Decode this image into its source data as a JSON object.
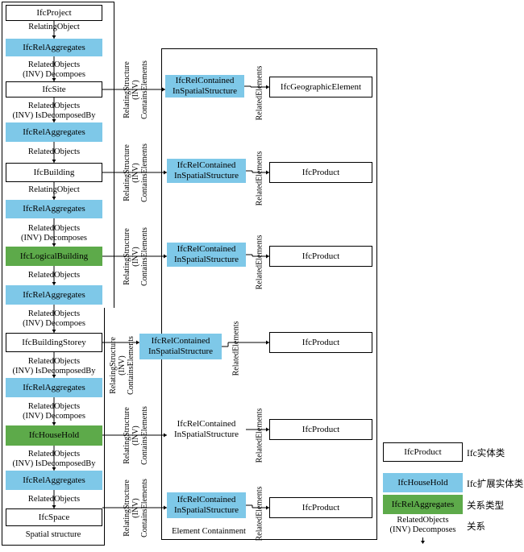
{
  "left_column": {
    "frame_title": "Spatial structure",
    "nodes": [
      {
        "label": "IfcProject",
        "kind": "entity"
      },
      {
        "label": "RelatingObject",
        "kind": "edge"
      },
      {
        "label": "IfcRelAggregates",
        "kind": "relation"
      },
      {
        "label": "RelatedObjects\n(INV) Decompoes",
        "kind": "edge"
      },
      {
        "label": "IfcSite",
        "kind": "entity"
      },
      {
        "label": "RelatedObjects\n(INV) IsDecomposedBy",
        "kind": "edge"
      },
      {
        "label": "IfcRelAggregates",
        "kind": "relation"
      },
      {
        "label": "RelatedObjects",
        "kind": "edge"
      },
      {
        "label": "IfcBuilding",
        "kind": "entity"
      },
      {
        "label": "RelatingObject",
        "kind": "edge"
      },
      {
        "label": "IfcRelAggregates",
        "kind": "relation"
      },
      {
        "label": "RelatedObjects\n(INV) Decomposes",
        "kind": "edge"
      },
      {
        "label": "IfcLogicalBuilding",
        "kind": "extended"
      },
      {
        "label": "RelatedObjects",
        "kind": "edge"
      },
      {
        "label": "IfcRelAggregates",
        "kind": "relation"
      },
      {
        "label": "RelatedObjects\n(INV) Decompoes",
        "kind": "edge"
      },
      {
        "label": "IfcBuildingStorey",
        "kind": "entity"
      },
      {
        "label": "RelatedObjects\n(INV) IsDecomposedBy",
        "kind": "edge"
      },
      {
        "label": "IfcRelAggregates",
        "kind": "relation"
      },
      {
        "label": "RelatedObjects\n(INV) Decompoes",
        "kind": "edge"
      },
      {
        "label": "IfcHouseHold",
        "kind": "extended"
      },
      {
        "label": "RelatedObjects\n(INV) IsDecomposedBy",
        "kind": "edge"
      },
      {
        "label": "IfcRelAggregates",
        "kind": "relation"
      },
      {
        "label": "RelatedObjects",
        "kind": "edge"
      },
      {
        "label": "IfcSpace",
        "kind": "entity"
      }
    ]
  },
  "right_frame": {
    "title": "Element Containment"
  },
  "containment_rows": [
    {
      "relating": "RelatingStructure\n(INV)\nContainsElements",
      "relation": "IfcRelContained\nInSpatialStructure",
      "relation_style": "blue",
      "related_label": "RelatedElements",
      "target": "IfcGeographicElement"
    },
    {
      "relating": "RelatingStructure\n(INV)\nContainsElements",
      "relation": "IfcRelContained\nInSpatialStructure",
      "relation_style": "blue",
      "related_label": "RelatedElements",
      "target": "IfcProduct"
    },
    {
      "relating": "RelatingStructure\n(INV)\nContainsElements",
      "relation": "IfcRelContained\nInSpatialStructure",
      "relation_style": "blue",
      "related_label": "RelatedElements",
      "target": "IfcProduct"
    },
    {
      "relating": "RelatingStructure\n(INV)\nContainsElements",
      "relation": "IfcRelContained\nInSpatialStructure",
      "relation_style": "blue",
      "related_label": "RelatedElements",
      "target": "IfcProduct"
    },
    {
      "relating": "RelatingStructure\n(INV)\nContainsElements",
      "relation": "IfcRelContained\nInSpatialStructure",
      "relation_style": "none",
      "related_label": "RelatedElements",
      "target": "IfcProduct"
    },
    {
      "relating": "RelatingStructure\n(INV)\nContainsElements",
      "relation": "IfcRelContained\nInSpatialStructure",
      "relation_style": "blue",
      "related_label": "RelatedElements",
      "target": "IfcProduct"
    }
  ],
  "legend": [
    {
      "sample": "IfcProduct",
      "style": "white",
      "desc": "Ifc实体类"
    },
    {
      "sample": "IfcHouseHold",
      "style": "blue",
      "desc": "Ifc扩展实体类"
    },
    {
      "sample": "IfcRelAggregates",
      "style": "green",
      "desc": "关系类型"
    },
    {
      "sample": "RelatedObjects\n(INV) Decomposes",
      "style": "edge",
      "desc": "关系"
    }
  ],
  "colors": {
    "relation_blue": "#7ec8e8",
    "extended_green": "#5daa4a"
  }
}
